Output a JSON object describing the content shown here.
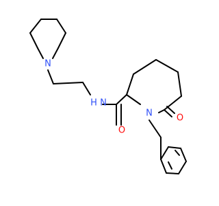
{
  "colors": {
    "background": "#ffffff",
    "bond": "#000000",
    "nitrogen": "#3050F8",
    "oxygen": "#FF0D0D"
  },
  "atoms": {
    "piperidine_n": "N",
    "amide_nh": "N",
    "amide_h": "H",
    "ring_n": "N",
    "amide_o": "O",
    "ketone_o": "O"
  }
}
